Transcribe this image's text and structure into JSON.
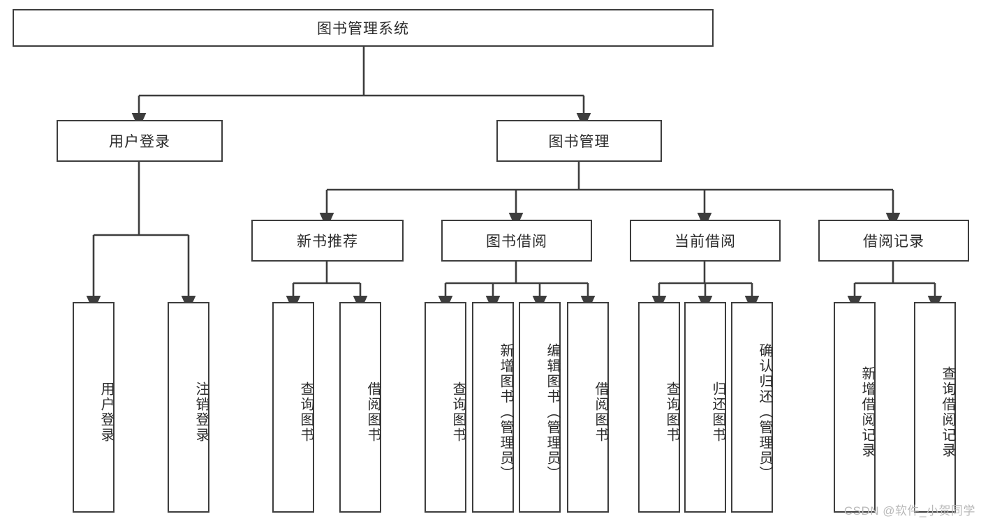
{
  "diagram": {
    "title": "图书管理系统",
    "type": "tree",
    "stroke_color": "#3d3d3d",
    "fill_color": "#ffffff",
    "text_color": "#2b2b2b",
    "root": {
      "label": "图书管理系统"
    },
    "level2": [
      {
        "label": "用户登录"
      },
      {
        "label": "图书管理"
      }
    ],
    "level3": [
      {
        "label": "新书推荐"
      },
      {
        "label": "图书借阅"
      },
      {
        "label": "当前借阅"
      },
      {
        "label": "借阅记录"
      }
    ],
    "leaves": {
      "user_login": [
        {
          "label": "用户登录"
        },
        {
          "label": "注销登录"
        }
      ],
      "new_book_recommend": [
        {
          "label": "查询图书"
        },
        {
          "label": "借阅图书"
        }
      ],
      "book_borrow": [
        {
          "label": "查询图书"
        },
        {
          "label": "新增图书（管理员）"
        },
        {
          "label": "编辑图书（管理员）"
        },
        {
          "label": "借阅图书"
        }
      ],
      "current_borrow": [
        {
          "label": "查询图书"
        },
        {
          "label": "归还图书"
        },
        {
          "label": "确认归还（管理员）"
        }
      ],
      "borrow_record": [
        {
          "label": "新增借阅记录"
        },
        {
          "label": "查询借阅记录"
        }
      ]
    }
  },
  "watermark": {
    "text": "CSDN @软件_小贺同学"
  }
}
